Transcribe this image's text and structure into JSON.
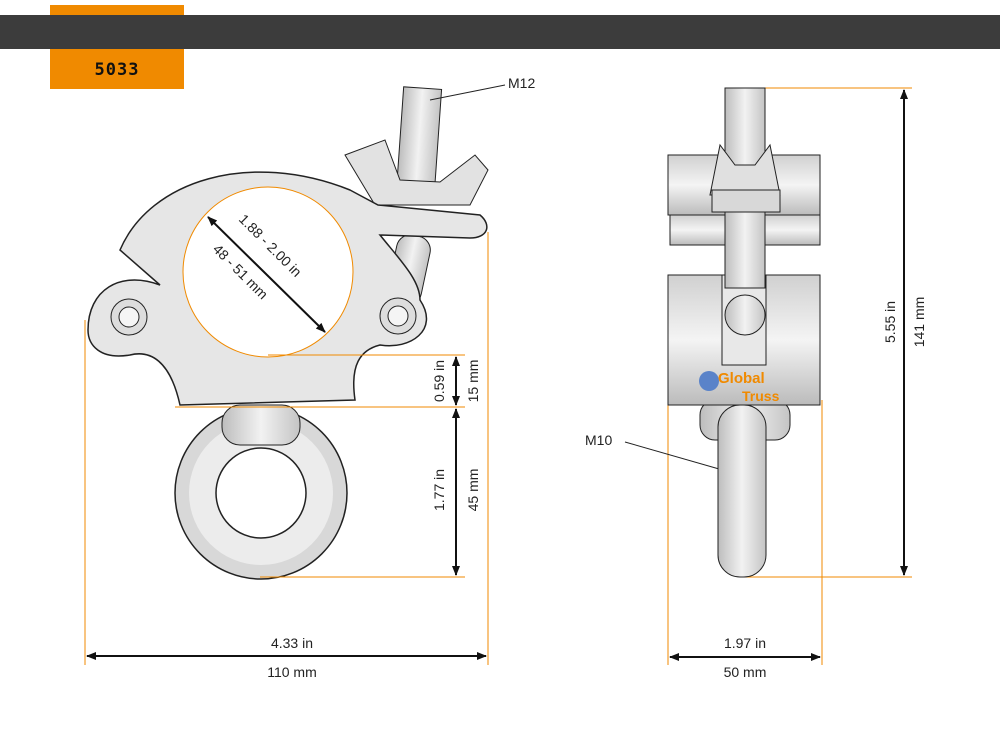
{
  "header": {
    "product_code": "5033"
  },
  "brand": {
    "logo_text_1": "Global",
    "logo_text_2": "Truss"
  },
  "colors": {
    "accent": "#f08a00",
    "header_bar": "#3c3c3c",
    "dim_line": "#f08a00"
  },
  "dimensions": {
    "pipe_in": "1.88 - 2.00 in",
    "pipe_mm": "48 - 51 mm",
    "eye_offset_in": "0.59 in",
    "eye_offset_mm": "15 mm",
    "eye_height_in": "1.77 in",
    "eye_height_mm": "45 mm",
    "width_in": "4.33 in",
    "width_mm": "110 mm",
    "depth_in": "1.97 in",
    "depth_mm": "50 mm",
    "height_in": "5.55 in",
    "height_mm": "141 mm"
  },
  "callouts": {
    "bolt": "M12",
    "eye_bolt": "M10"
  }
}
